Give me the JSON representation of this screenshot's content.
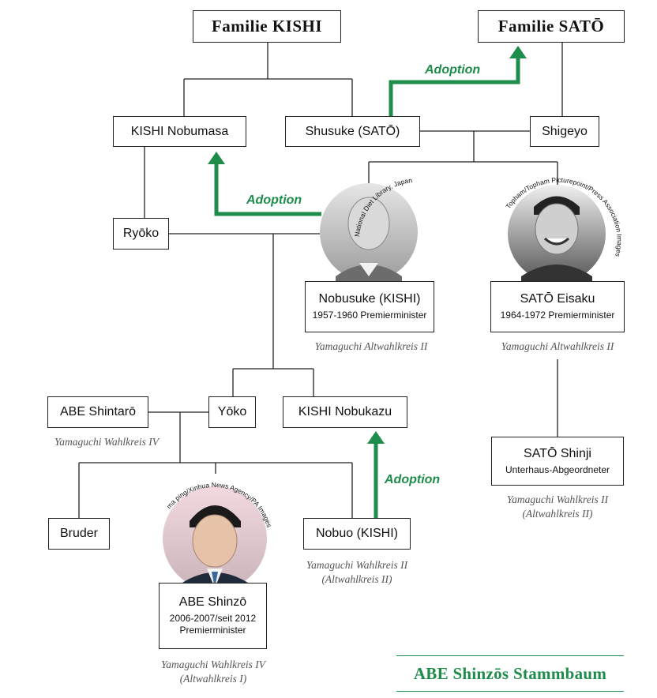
{
  "families": {
    "kishi": "Familie KISHI",
    "sato": "Familie SATŌ"
  },
  "people": {
    "kishi_nobumasa": "KISHI Nobumasa",
    "shusuke": "Shusuke (SATŌ)",
    "shigeyo": "Shigeyo",
    "ryoko": "Ryōko",
    "nobusuke": {
      "name": "Nobusuke (KISHI)",
      "role": "1957-1960 Premierminister"
    },
    "eisaku": {
      "name": "SATŌ Eisaku",
      "role": "1964-1972 Premierminister"
    },
    "abe_shintaro": "ABE Shintarō",
    "yoko": "Yōko",
    "kishi_nobukazu": "KISHI Nobukazu",
    "shinji": {
      "name": "SATŌ Shinji",
      "role": "Unterhaus-Abgeordneter"
    },
    "bruder": "Bruder",
    "nobuo": "Nobuo (KISHI)",
    "shinzo": {
      "name": "ABE Shinzō",
      "role_line1": "2006-2007/seit 2012",
      "role_line2": "Premierminister"
    }
  },
  "notes": {
    "nobusuke": "Yamaguchi Altwahlkreis II",
    "eisaku": "Yamaguchi Altwahlkreis II",
    "shintaro": "Yamaguchi Wahlkreis IV",
    "shinji_1": "Yamaguchi Wahlkreis II",
    "shinji_2": "(Altwahlkreis II)",
    "nobuo_1": "Yamaguchi Wahlkreis II",
    "nobuo_2": "(Altwahlkreis II)",
    "shinzo_1": "Yamaguchi Wahlkreis IV",
    "shinzo_2": "(Altwahlkreis I)"
  },
  "adoption_label": "Adoption",
  "credits": {
    "nobusuke": "National Diet Library, Japan",
    "eisaku": "Topham/Topham Picturepoint/Press Association Images",
    "shinzo": "ma ping/Xinhua News Agency/PA Images"
  },
  "title": "ABE Shinzōs Stammbaum",
  "colors": {
    "accent": "#1e8c4a",
    "line": "#222222",
    "note": "#555555"
  }
}
